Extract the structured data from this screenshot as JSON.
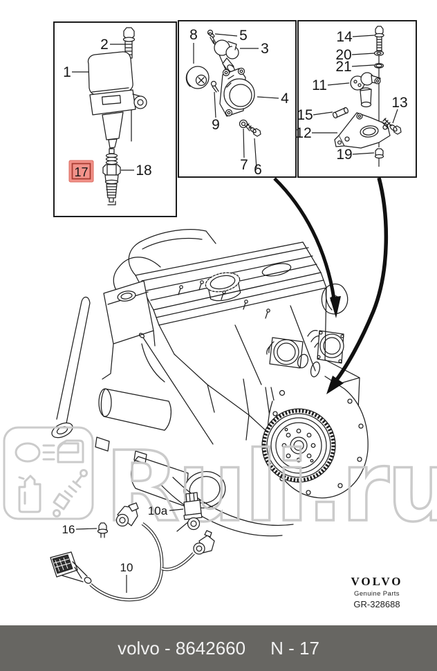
{
  "diagram": {
    "callouts": {
      "n1": "1",
      "n2": "2",
      "n3": "3",
      "n4": "4",
      "n5": "5",
      "n6": "6",
      "n7": "7",
      "n8": "8",
      "n9": "9",
      "n10": "10",
      "n10a": "10a",
      "n11": "11",
      "n12": "12",
      "n13": "13",
      "n14": "14",
      "n15": "15",
      "n16": "16",
      "n17": "17",
      "n18": "18",
      "n19": "19",
      "n20": "20",
      "n21": "21"
    },
    "highlight": {
      "value": "17",
      "fill": "#f2928a",
      "border": "#a83b30",
      "text_color": "#8e2d24"
    },
    "line_color": "#1f1f1f"
  },
  "watermark": {
    "text": "Ruli.ru",
    "color": "#c9c9c9",
    "panel_icons": [
      "headlight-icon",
      "car-door-icon",
      "oil-canister-icon",
      "shock-absorber-icon"
    ]
  },
  "brand": {
    "logo": "VOLVO",
    "subtitle": "Genuine Parts",
    "ref": "GR-328688"
  },
  "footer": {
    "left": "volvo - 8642660",
    "right": "N - 17",
    "bg": "#676662",
    "text_color": "#f1f1f1"
  }
}
